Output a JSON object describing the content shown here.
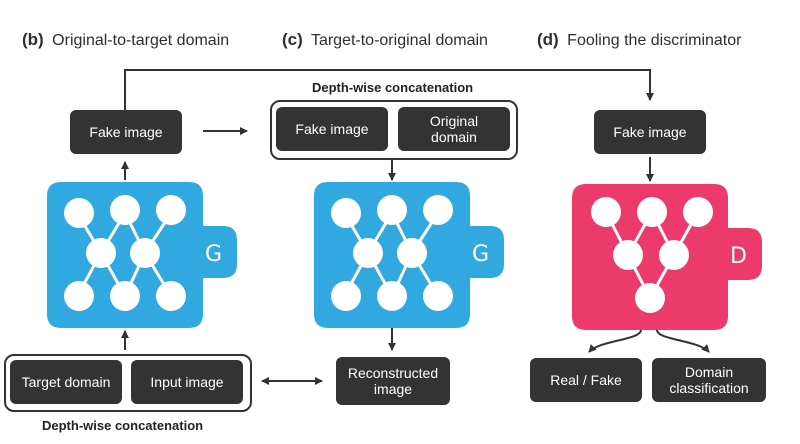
{
  "headings": {
    "b": {
      "letter": "(b)",
      "text": "Original-to-target domain"
    },
    "c": {
      "letter": "(c)",
      "text": "Target-to-original domain"
    },
    "d": {
      "letter": "(d)",
      "text": "Fooling the discriminator"
    }
  },
  "panel_b": {
    "fake_image": "Fake image",
    "generator_letter": "G",
    "target_domain": "Target domain",
    "input_image": "Input image",
    "concat_caption": "Depth-wise concatenation"
  },
  "panel_c": {
    "concat_caption": "Depth-wise concatenation",
    "fake_image": "Fake image",
    "original_domain_line1": "Original",
    "original_domain_line2": "domain",
    "generator_letter": "G",
    "reconstructed_line1": "Reconstructed",
    "reconstructed_line2": "image"
  },
  "panel_d": {
    "fake_image": "Fake image",
    "discriminator_letter": "D",
    "real_fake": "Real / Fake",
    "domain_line1": "Domain",
    "domain_line2": "classification"
  },
  "colors": {
    "generator": "#31a8e0",
    "discriminator": "#ec3b6a",
    "box": "#333333",
    "line": "#333333"
  }
}
